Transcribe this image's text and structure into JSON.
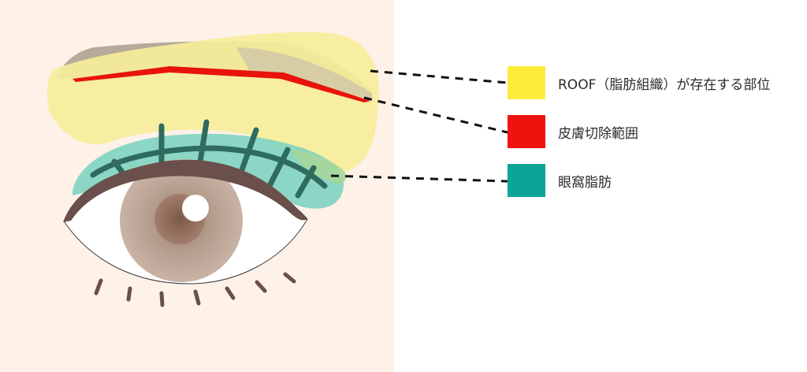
{
  "legend": {
    "items": [
      {
        "key": "roof",
        "label": "ROOF（脂肪組織）が存在する部位",
        "color": "#fdec3a"
      },
      {
        "key": "skin",
        "label": "皮膚切除範囲",
        "color": "#f0120f"
      },
      {
        "key": "fat",
        "label": "眼窩脂肪",
        "color": "#0aa596"
      }
    ]
  },
  "colors": {
    "skin_panel": "#fdf1e8",
    "roof_fill": "#f7ee9a",
    "brow_gray": "#b6aa9a",
    "incision": "#e8140c",
    "orbital_fat": "#7ed3c0",
    "lashes": "#2f6b5e",
    "lid_crease": "#6b4f4b",
    "iris": "#b69c8a",
    "pupil": "#8c6a57"
  }
}
